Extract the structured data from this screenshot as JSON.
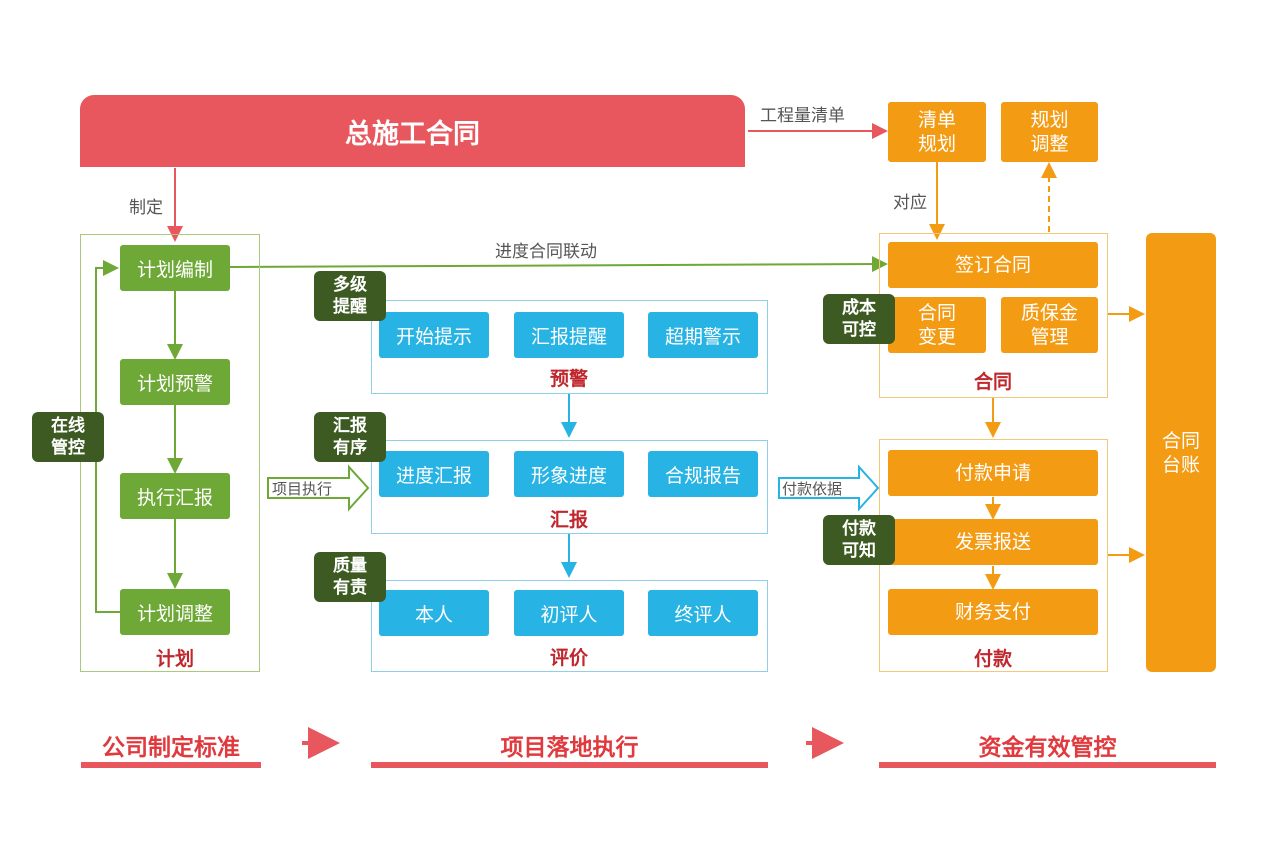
{
  "banner": "总施工合同",
  "labels": {
    "quantity_list": "工程量清单",
    "formulate": "制定",
    "correspond": "对应",
    "progress_link": "进度合同联动",
    "project_exec": "项目执行",
    "pay_basis": "付款依据"
  },
  "plan": {
    "items": [
      "计划编制",
      "计划预警",
      "执行汇报",
      "计划调整"
    ],
    "title": "计划",
    "badge": "在线\n管控"
  },
  "warning": {
    "badge": "多级\n提醒",
    "items": [
      "开始提示",
      "汇报提醒",
      "超期警示"
    ],
    "title": "预警"
  },
  "report": {
    "badge": "汇报\n有序",
    "items": [
      "进度汇报",
      "形象进度",
      "合规报告"
    ],
    "title": "汇报"
  },
  "evaluate": {
    "badge": "质量\n有责",
    "items": [
      "本人",
      "初评人",
      "终评人"
    ],
    "title": "评价"
  },
  "top_orange": {
    "list_plan": "清单\n规划",
    "plan_adjust": "规划\n调整"
  },
  "contract": {
    "sign": "签订合同",
    "change": "合同\n变更",
    "deposit": "质保金\n管理",
    "title": "合同",
    "badge": "成本\n可控"
  },
  "payment": {
    "items": [
      "付款申请",
      "发票报送",
      "财务支付"
    ],
    "title": "付款",
    "badge": "付款\n可知"
  },
  "ledger": "合同\n台账",
  "bottom": [
    "公司制定标准",
    "项目落地执行",
    "资金有效管控"
  ],
  "colors": {
    "red": "#e8575d",
    "green": "#6ea836",
    "blue": "#27b3e4",
    "orange": "#f49b14",
    "dark": "#3c5a22"
  }
}
